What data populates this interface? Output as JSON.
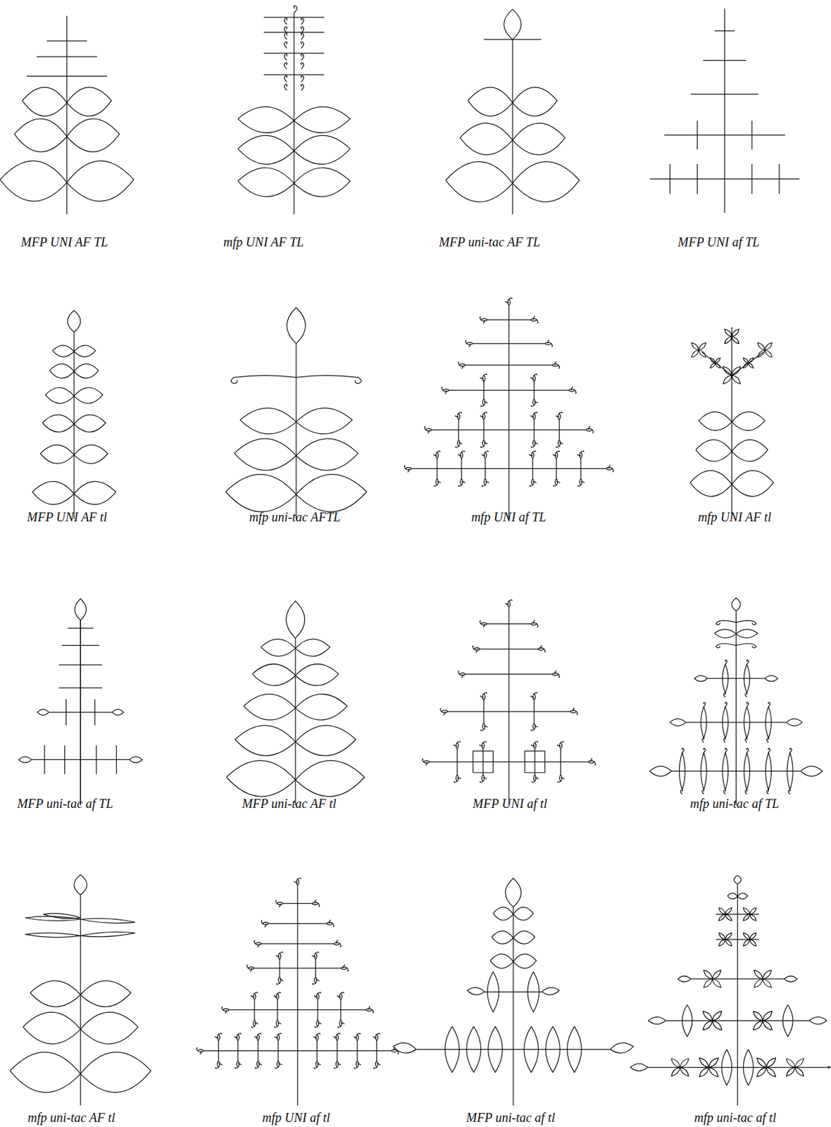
{
  "diagram": {
    "labels": [
      "MFP UNI AF TL",
      "mfp UNI AF TL",
      "MFP uni-tac AF TL",
      "MFP UNI af TL",
      "MFP UNI AF tl",
      "mfp uni-tac AFTL",
      "mfp UNI af TL",
      "mfp UNI AF tl",
      "MFP uni-tac af TL",
      "MFP uni-tac AF tl",
      "MFP UNI af tl",
      "mfp uni-tac af TL",
      "mfp uni-tac AF tl",
      "mfp UNI af tl",
      "MFP uni-tac af tl",
      "mfp uni-tac af tl"
    ]
  }
}
